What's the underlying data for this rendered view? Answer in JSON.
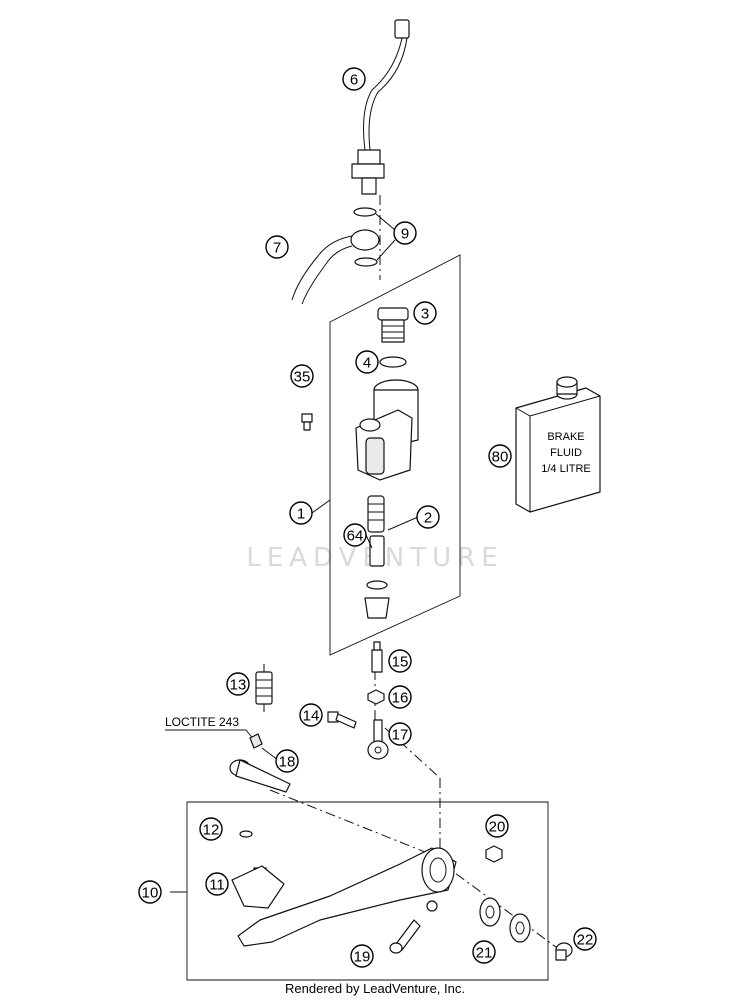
{
  "watermark": "LEADVENTURE",
  "footer": "Rendered by LeadVenture, Inc.",
  "note_label": "LOCTITE 243",
  "brake_can": {
    "line1": "BRAKE",
    "line2": "FLUID",
    "line3": "1/4 LITRE"
  },
  "callouts": {
    "c1": "1",
    "c2": "2",
    "c3": "3",
    "c4": "4",
    "c6": "6",
    "c7": "7",
    "c9": "9",
    "c10": "10",
    "c11": "11",
    "c12": "12",
    "c13": "13",
    "c14": "14",
    "c15": "15",
    "c16": "16",
    "c17": "17",
    "c18": "18",
    "c19": "19",
    "c20": "20",
    "c21": "21",
    "c22": "22",
    "c35": "35",
    "c64": "64",
    "c80": "80"
  }
}
